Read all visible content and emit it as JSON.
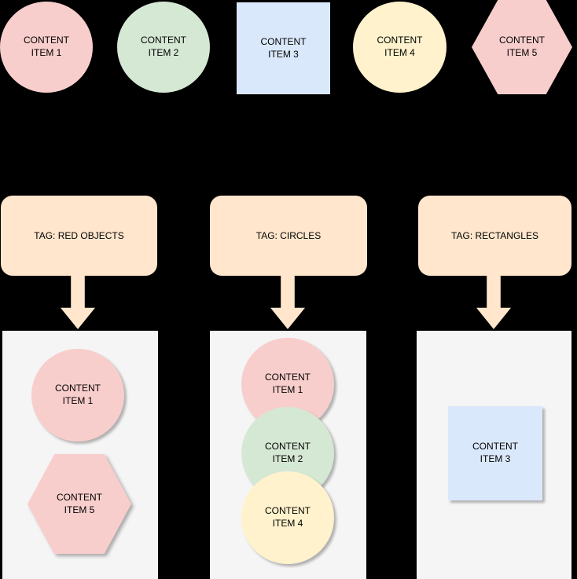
{
  "background": "#000000",
  "colors": {
    "pink": "#f8cecc",
    "green": "#d5e8d4",
    "blue": "#dae8fc",
    "yellow": "#fff2cc",
    "peach": "#ffe6cc",
    "bucket_bg": "#f5f5f5",
    "text": "#000000"
  },
  "source_row": {
    "items": [
      {
        "label": "CONTENT ITEM 1",
        "shape": "circle",
        "color": "pink"
      },
      {
        "label": "CONTENT ITEM 2",
        "shape": "circle",
        "color": "green"
      },
      {
        "label": "CONTENT ITEM 3",
        "shape": "square",
        "color": "blue"
      },
      {
        "label": "CONTENT ITEM 4",
        "shape": "circle",
        "color": "yellow"
      },
      {
        "label": "CONTENT ITEM 5",
        "shape": "hexagon",
        "color": "pink"
      }
    ]
  },
  "tag_row": {
    "tags": [
      {
        "label": "TAG: RED OBJECTS"
      },
      {
        "label": "TAG: CIRCLES"
      },
      {
        "label": "TAG: RECTANGLES"
      }
    ]
  },
  "bucket_row": {
    "buckets": [
      {
        "tag": "TAG: RED OBJECTS",
        "items": [
          {
            "label": "CONTENT ITEM 1",
            "shape": "circle",
            "color": "pink"
          },
          {
            "label": "CONTENT ITEM 5",
            "shape": "hexagon",
            "color": "pink"
          }
        ]
      },
      {
        "tag": "TAG: CIRCLES",
        "items": [
          {
            "label": "CONTENT ITEM 1",
            "shape": "circle",
            "color": "pink"
          },
          {
            "label": "CONTENT ITEM 2",
            "shape": "circle",
            "color": "green"
          },
          {
            "label": "CONTENT ITEM 4",
            "shape": "circle",
            "color": "yellow"
          }
        ]
      },
      {
        "tag": "TAG: RECTANGLES",
        "items": [
          {
            "label": "CONTENT ITEM 3",
            "shape": "square",
            "color": "blue"
          }
        ]
      }
    ]
  }
}
